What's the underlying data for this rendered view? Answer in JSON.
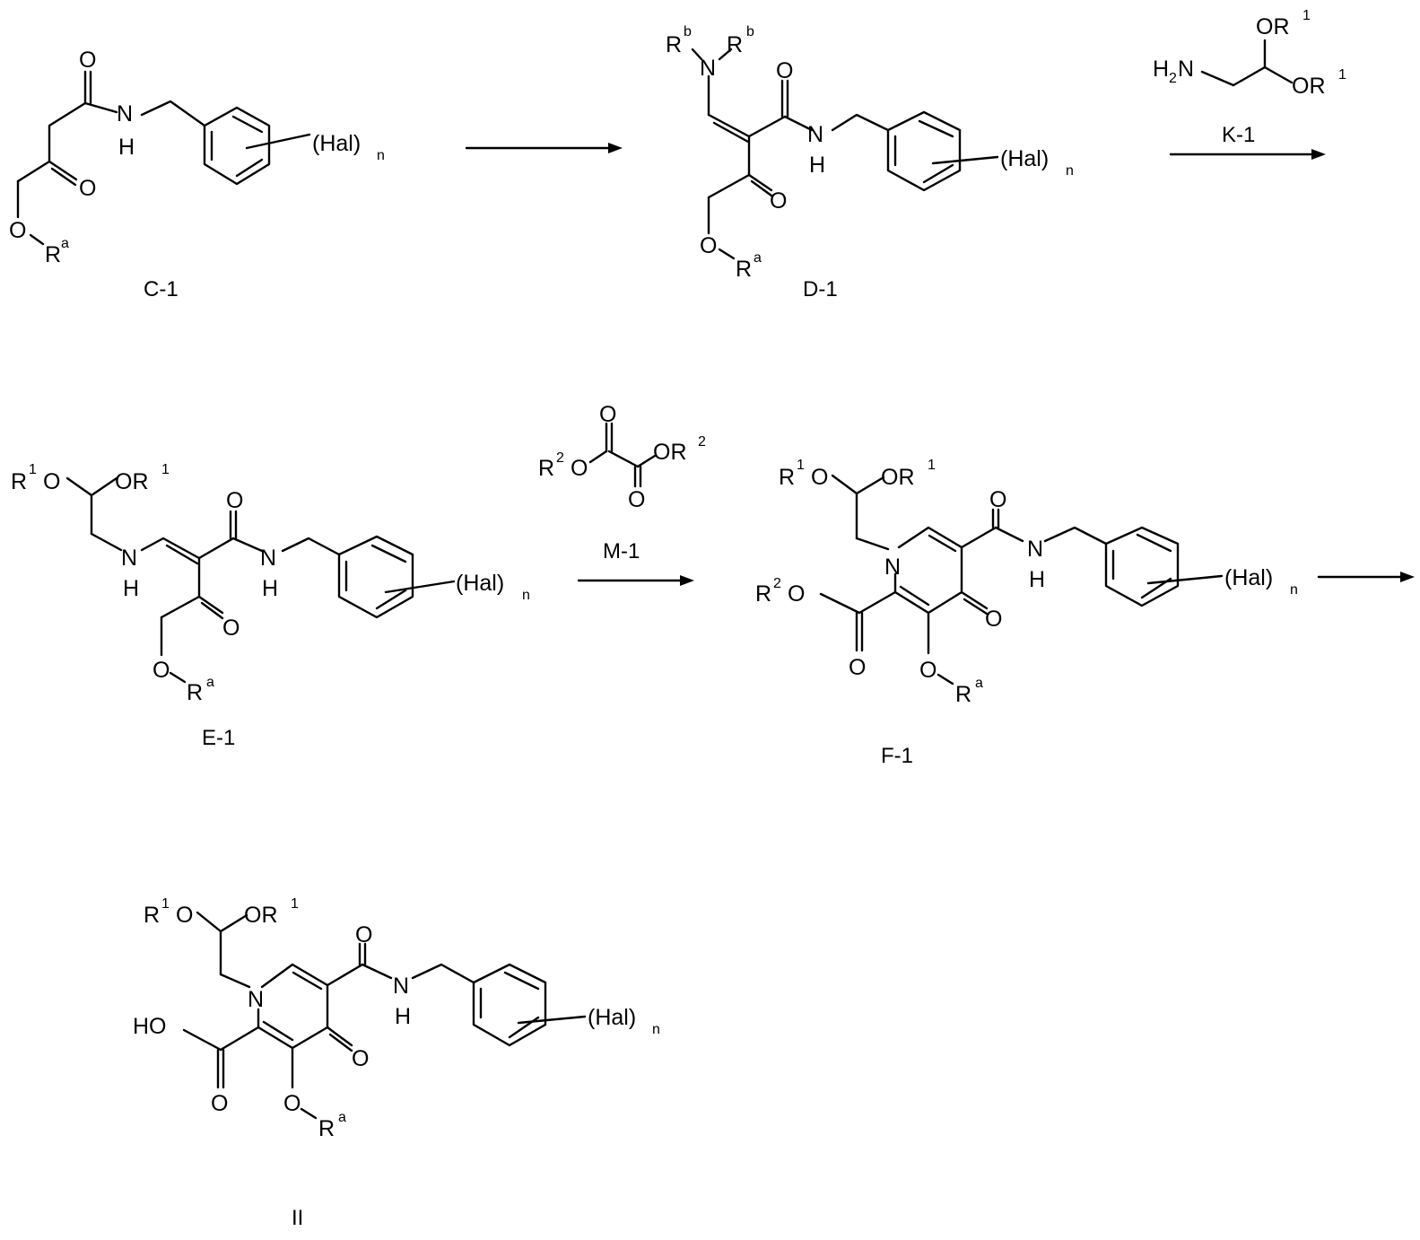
{
  "scheme": {
    "compounds": [
      {
        "id": "C-1",
        "label": "C-1"
      },
      {
        "id": "D-1",
        "label": "D-1"
      },
      {
        "id": "E-1",
        "label": "E-1"
      },
      {
        "id": "F-1",
        "label": "F-1"
      },
      {
        "id": "II",
        "label": "II"
      }
    ],
    "reagents": [
      {
        "id": "K-1",
        "label": "K-1"
      },
      {
        "id": "M-1",
        "label": "M-1"
      }
    ],
    "atoms": {
      "O": "O",
      "N": "N",
      "H": "H",
      "HO": "HO",
      "NH": "NH",
      "N2": "N",
      "H2": "H",
      "Hal": "(Hal)",
      "n": "n",
      "R": "R",
      "a": "a",
      "b": "b",
      "one": "1",
      "two": "2",
      "OR": "OR",
      "R1O": "1O",
      "R2O": "2O"
    },
    "arrows": [
      {
        "id": "arrow-1",
        "from": "C-1",
        "to": "D-1"
      },
      {
        "id": "arrow-2",
        "from": "D-1",
        "to": "E-1",
        "reagent": "K-1"
      },
      {
        "id": "arrow-3",
        "from": "E-1",
        "to": "F-1",
        "reagent": "M-1"
      },
      {
        "id": "arrow-4",
        "from": "F-1",
        "to": "II"
      }
    ],
    "colors": {
      "ink": "#000000",
      "background": "#ffffff"
    }
  }
}
